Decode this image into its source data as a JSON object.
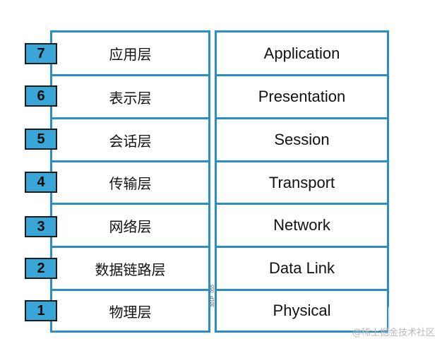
{
  "layers": [
    {
      "number": "7",
      "cn": "应用层",
      "en": "Application"
    },
    {
      "number": "6",
      "cn": "表示层",
      "en": "Presentation"
    },
    {
      "number": "5",
      "cn": "会话层",
      "en": "Session"
    },
    {
      "number": "4",
      "cn": "传输层",
      "en": "Transport"
    },
    {
      "number": "3",
      "cn": "网络层",
      "en": "Network"
    },
    {
      "number": "2",
      "cn": "数据链路层",
      "en": "Data Link"
    },
    {
      "number": "1",
      "cn": "物理层",
      "en": "Physical"
    }
  ],
  "figure_code": "301P_055",
  "watermark": "@稀土掘金技术社区",
  "colors": {
    "border": "#2b8fc6",
    "badge_fill": "#3aa6d8",
    "badge_border": "#1b1b1b",
    "text": "#111111"
  }
}
